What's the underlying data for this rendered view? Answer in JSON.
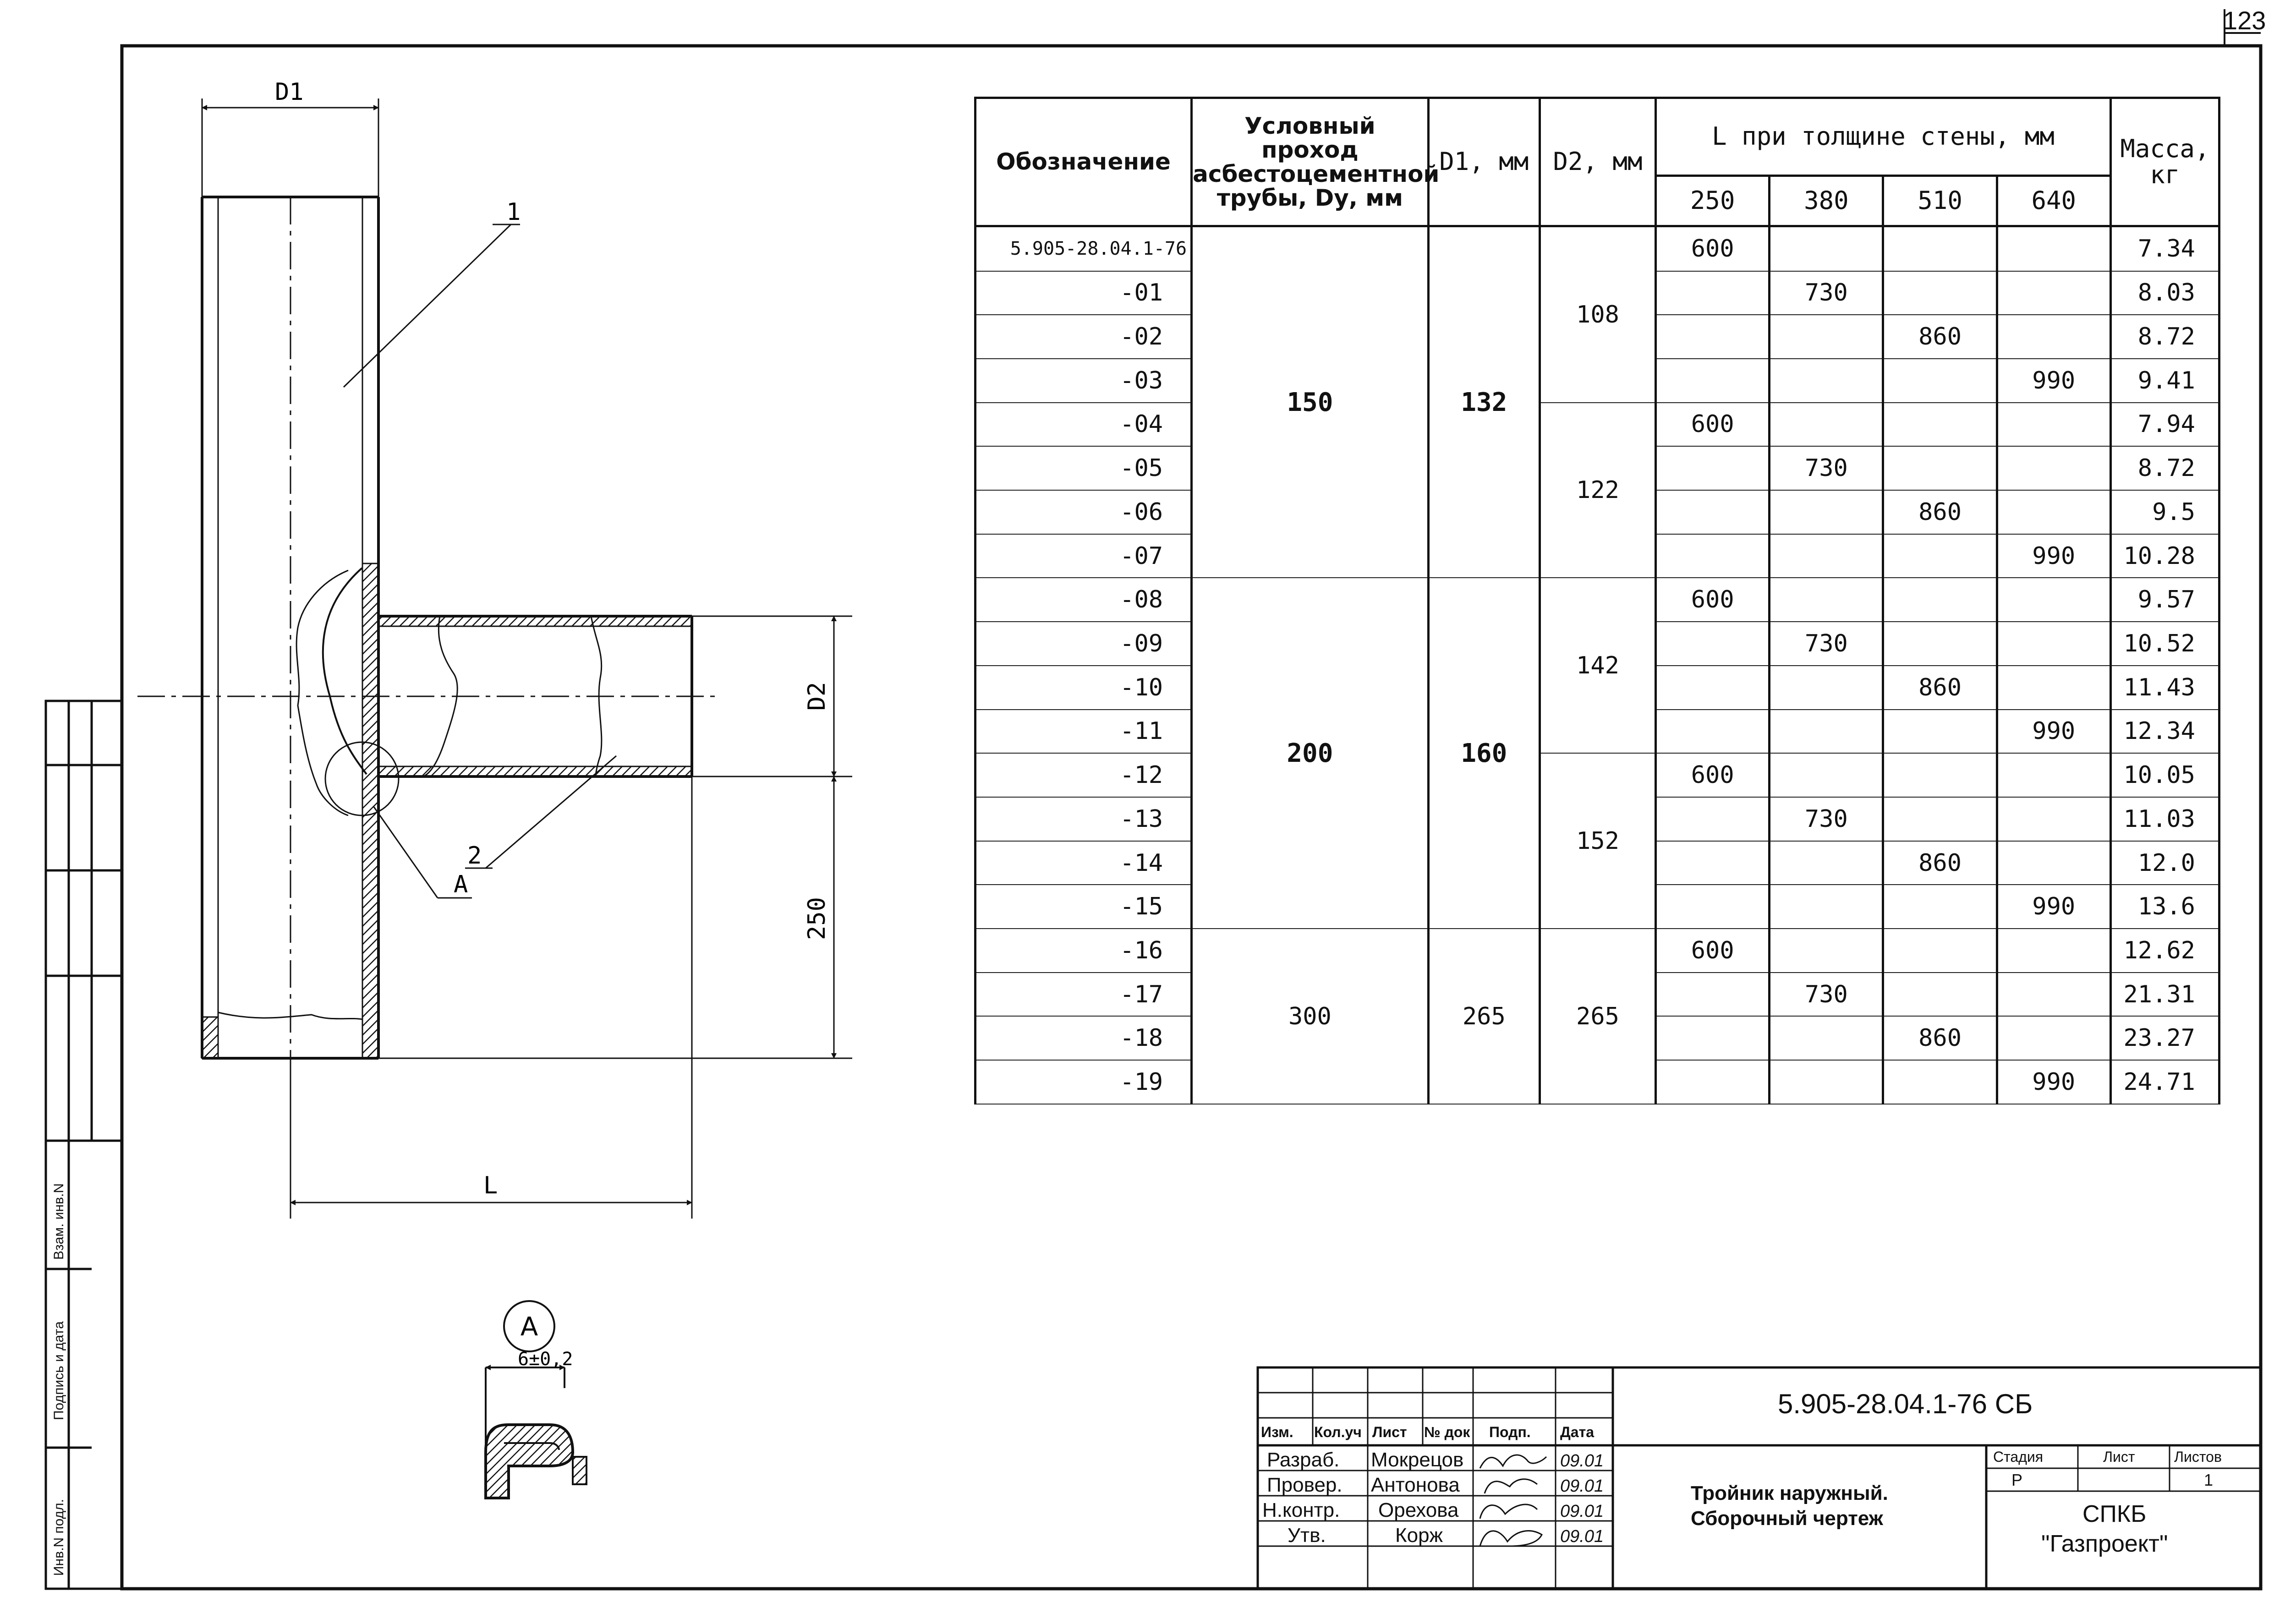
{
  "page_number": "123",
  "drawing": {
    "labels": {
      "d1": "D1",
      "d2": "D2",
      "dim_250": "250",
      "l": "L",
      "leader_1": "1",
      "leader_2": "2",
      "leader_a": "A",
      "detail_a": "A",
      "detail_dim": "6±0,2"
    }
  },
  "table": {
    "headers": {
      "designation": "Обозначение",
      "nominal_bore": "Условный проход асбестоцементной трубы, Dу, мм",
      "d1": "D1, мм",
      "d2": "D2, мм",
      "l_group": "L при толщине стены, мм",
      "mass": "Масса, кг"
    },
    "wall_thicknesses": [
      "250",
      "380",
      "510",
      "640"
    ],
    "rows": [
      {
        "des": "5.905-28.04.1-76",
        "l250": "600",
        "l380": "",
        "l510": "",
        "l640": "",
        "mass": "7.34"
      },
      {
        "des": "-01",
        "l250": "",
        "l380": "730",
        "l510": "",
        "l640": "",
        "mass": "8.03"
      },
      {
        "des": "-02",
        "l250": "",
        "l380": "",
        "l510": "860",
        "l640": "",
        "mass": "8.72"
      },
      {
        "des": "-03",
        "l250": "",
        "l380": "",
        "l510": "",
        "l640": "990",
        "mass": "9.41"
      },
      {
        "des": "-04",
        "l250": "600",
        "l380": "",
        "l510": "",
        "l640": "",
        "mass": "7.94"
      },
      {
        "des": "-05",
        "l250": "",
        "l380": "730",
        "l510": "",
        "l640": "",
        "mass": "8.72"
      },
      {
        "des": "-06",
        "l250": "",
        "l380": "",
        "l510": "860",
        "l640": "",
        "mass": "9.5"
      },
      {
        "des": "-07",
        "l250": "",
        "l380": "",
        "l510": "",
        "l640": "990",
        "mass": "10.28"
      },
      {
        "des": "-08",
        "l250": "600",
        "l380": "",
        "l510": "",
        "l640": "",
        "mass": "9.57"
      },
      {
        "des": "-09",
        "l250": "",
        "l380": "730",
        "l510": "",
        "l640": "",
        "mass": "10.52"
      },
      {
        "des": "-10",
        "l250": "",
        "l380": "",
        "l510": "860",
        "l640": "",
        "mass": "11.43"
      },
      {
        "des": "-11",
        "l250": "",
        "l380": "",
        "l510": "",
        "l640": "990",
        "mass": "12.34"
      },
      {
        "des": "-12",
        "l250": "600",
        "l380": "",
        "l510": "",
        "l640": "",
        "mass": "10.05"
      },
      {
        "des": "-13",
        "l250": "",
        "l380": "730",
        "l510": "",
        "l640": "",
        "mass": "11.03"
      },
      {
        "des": "-14",
        "l250": "",
        "l380": "",
        "l510": "860",
        "l640": "",
        "mass": "12.0"
      },
      {
        "des": "-15",
        "l250": "",
        "l380": "",
        "l510": "",
        "l640": "990",
        "mass": "13.6"
      },
      {
        "des": "-16",
        "l250": "600",
        "l380": "",
        "l510": "",
        "l640": "",
        "mass": "12.62"
      },
      {
        "des": "-17",
        "l250": "",
        "l380": "730",
        "l510": "",
        "l640": "",
        "mass": "21.31"
      },
      {
        "des": "-18",
        "l250": "",
        "l380": "",
        "l510": "860",
        "l640": "",
        "mass": "23.27"
      },
      {
        "des": "-19",
        "l250": "",
        "l380": "",
        "l510": "",
        "l640": "990",
        "mass": "24.71"
      }
    ],
    "groups": {
      "dy": [
        "150",
        "200",
        "300"
      ],
      "d1": [
        "132",
        "160",
        "265"
      ],
      "d2": [
        "108",
        "122",
        "142",
        "152",
        "265"
      ]
    }
  },
  "title_block": {
    "doc_code": "5.905-28.04.1-76 СБ",
    "title_line1": "Тройник наружный.",
    "title_line2": "Сборочный чертеж",
    "org_line1": "СПКБ",
    "org_line2": "\"Газпроект\"",
    "stage_label": "Стадия",
    "sheet_label": "Лист",
    "sheets_label": "Листов",
    "stage_value": "Р",
    "sheets_value": "1",
    "cols": [
      "Изм.",
      "Кол.уч",
      "Лист",
      "№ док",
      "Подп.",
      "Дата"
    ],
    "signers": [
      {
        "role": "Разраб.",
        "name": "Мокрецов",
        "date": "09.01"
      },
      {
        "role": "Провер.",
        "name": "Антонова",
        "date": "09.01"
      },
      {
        "role": "Н.контр.",
        "name": "Орехова",
        "date": "09.01"
      },
      {
        "role": "Утв.",
        "name": "Корж",
        "date": "09.01"
      }
    ]
  },
  "side_stamp": {
    "inv_orig": "Инв.N подл.",
    "sign_date": "Подпись и дата",
    "replace_inv": "Взам. инв.N"
  }
}
